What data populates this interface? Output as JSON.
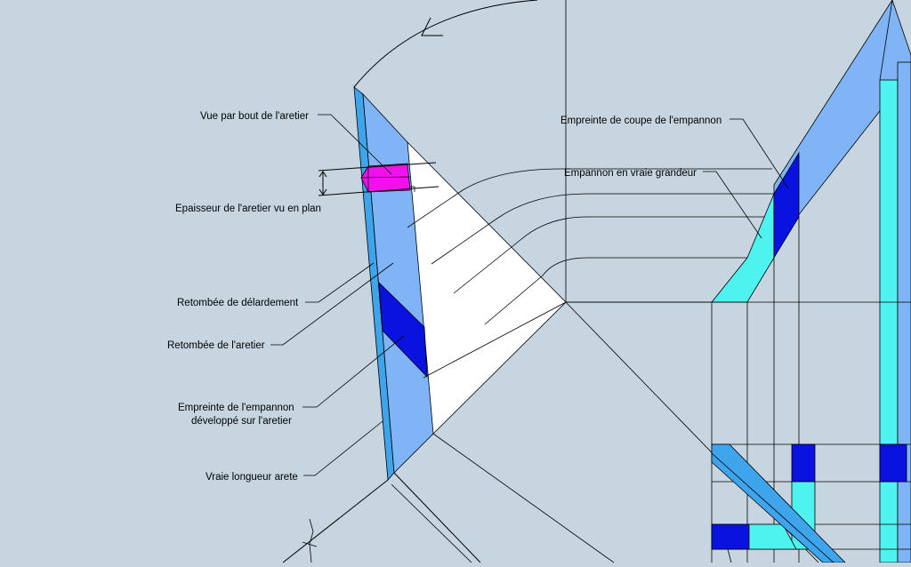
{
  "labels": {
    "vue_bout": "Vue par bout de l'aretier",
    "epaisseur": "Epaisseur de l'aretier vu en plan",
    "retombee_delardement": "Retombée de délardement",
    "retombee_aretier": "Retombée de l'aretier",
    "empreinte_empannon_line1": "Empreinte de l'empannon",
    "empreinte_empannon_line2": "développé sur l'aretier",
    "vraie_longueur": "Vraie longueur arete",
    "empreinte_coupe": "Empreinte de coupe de l'empannon",
    "empannon_vraie_grandeur": "Empannon en vraie grandeur"
  },
  "colors": {
    "background": "#c6d5e0",
    "light_blue": "#7fb4f6",
    "mid_blue": "#3ea4ec",
    "dark_blue": "#0a12e0",
    "cyan": "#4ef3f0",
    "magenta": "#f211ec",
    "white": "#ffffff"
  }
}
